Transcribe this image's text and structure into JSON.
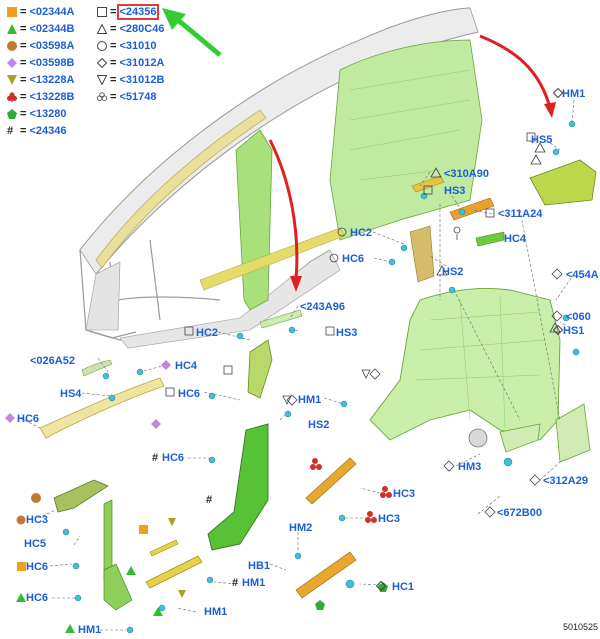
{
  "legend": [
    {
      "symbol": "square-orange",
      "code": "<02344A"
    },
    {
      "symbol": "triangle-green",
      "code": "<02344B"
    },
    {
      "symbol": "circle-brown",
      "code": "<03598A"
    },
    {
      "symbol": "diamond-purple",
      "code": "<03598B"
    },
    {
      "symbol": "triangle-down-olive",
      "code": "<13228A"
    },
    {
      "symbol": "club-red",
      "code": "<13228B"
    },
    {
      "symbol": "pentagon-green",
      "code": "<13280"
    },
    {
      "symbol": "hash",
      "code": "<24346"
    },
    {
      "symbol": "square-outline",
      "code": "<24356",
      "highlighted": true
    },
    {
      "symbol": "triangle-outline",
      "code": "<280C46"
    },
    {
      "symbol": "circle-outline",
      "code": "<31010"
    },
    {
      "symbol": "diamond-outline",
      "code": "<31012A"
    },
    {
      "symbol": "triangle-down-outline",
      "code": "<31012B"
    },
    {
      "symbol": "club-outline",
      "code": "<51748"
    }
  ],
  "callouts": {
    "hm1_top": "HM1",
    "hs5": "HS5",
    "c310a90": "<310A90",
    "hs3_mid": "HS3",
    "c311a24": "<311A24",
    "hc2_mid": "HC2",
    "hc4_mid": "HC4",
    "hc6_mid": "HC6",
    "hs2_mid": "HS2",
    "c454a": "<454A",
    "c060": "<060",
    "hs1": "HS1",
    "c243a96": "<243A96",
    "hc2_b": "HC2",
    "hs3_b": "HS3",
    "c026a52": "<026A52",
    "hc4_left": "HC4",
    "hs4": "HS4",
    "hc6_b": "HC6",
    "hm1_b": "HM1",
    "hc6_left": "HC6",
    "hs2_b": "HS2",
    "hc6_c": "HC6",
    "hm3": "HM3",
    "c312a29": "<312A29",
    "hc3_r": "HC3",
    "hc3_l": "HC3",
    "hc5": "HC5",
    "hc3_r2": "HC3",
    "c672b00": "<672B00",
    "hm2": "HM2",
    "hc6_d": "HC6",
    "hb1": "HB1",
    "hm1_c": "HM1",
    "hc1": "HC1",
    "hc6_e": "HC6",
    "hm1_d": "HM1",
    "hm1_e": "HM1"
  },
  "figure_number": "5010525"
}
